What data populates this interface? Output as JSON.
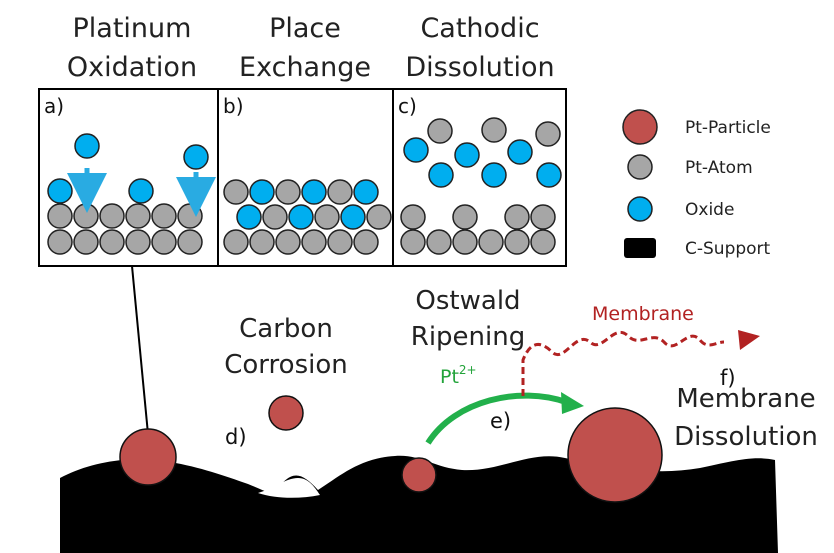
{
  "titles": {
    "platinum": [
      "Platinum",
      "Oxidation"
    ],
    "place": [
      "Place",
      "Exchange"
    ],
    "cathodic": [
      "Cathodic",
      "Dissolution"
    ]
  },
  "panels": {
    "a": "a)",
    "b": "b)",
    "c": "c)"
  },
  "legend": [
    {
      "label": "Pt-Particle",
      "kind": "particle"
    },
    {
      "label": "Pt-Atom",
      "kind": "atom"
    },
    {
      "label": "Oxide",
      "kind": "oxide"
    },
    {
      "label": "C-Support",
      "kind": "support"
    }
  ],
  "mechanisms": {
    "carbon_corrosion": [
      "Carbon",
      "Corrosion"
    ],
    "carbon_letter": "d)",
    "ostwald": [
      "Ostwald",
      "Ripening"
    ],
    "pt_ion": "Pt",
    "pt_charge": "2+",
    "ostwald_letter": "e)",
    "membrane": "Membrane",
    "membrane_letter": "f)",
    "membrane_dissolution": [
      "Membrane",
      "Dissolution"
    ]
  },
  "colors": {
    "particle": "#c0504d",
    "atom": "#a6a6a6",
    "oxide": "#00aeef",
    "arrow_blue": "#29abe2",
    "support": "#000000",
    "ostwald_arrow": "#22b04b",
    "membrane_path": "#b22222"
  }
}
